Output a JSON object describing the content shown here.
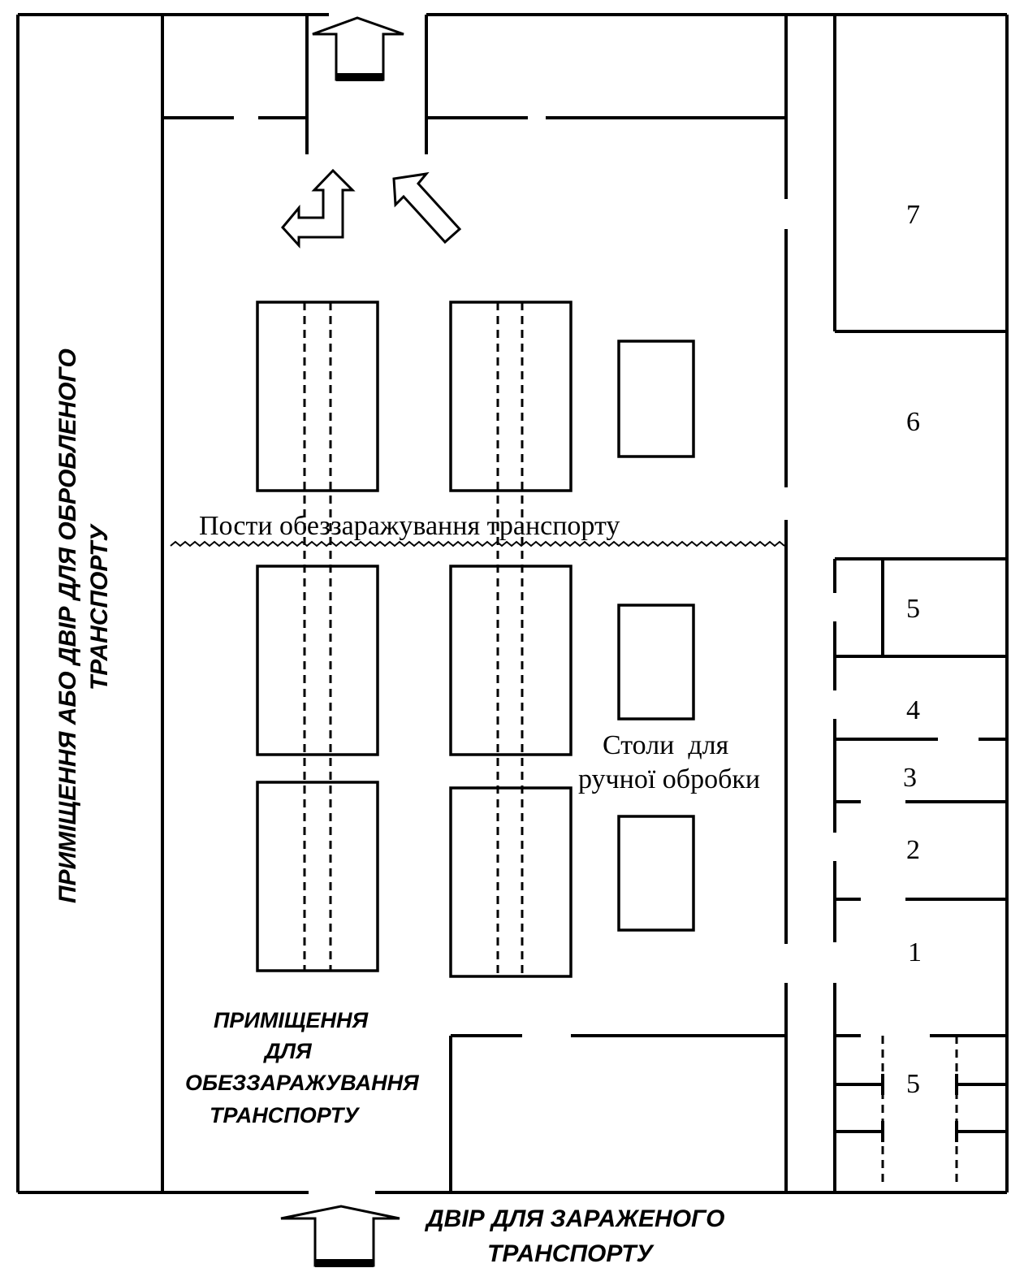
{
  "labels": {
    "left_room": "ПРИМІЩЕННЯ АБО ДВІР ДЛЯ ОБРОБЛЕНОГО",
    "left_room_2": "ТРАНСПОРТУ",
    "posts": "Пости обеззаражування транспорту",
    "tables_line1": "Столи  для",
    "tables_line2": "ручної обробки",
    "main_room_line1": "ПРИМІЩЕННЯ",
    "main_room_line2": "ДЛЯ",
    "main_room_line3": "ОБЕЗЗАРАЖУВАННЯ",
    "main_room_line4": "ТРАНСПОРТУ",
    "yard_line1": "ДВІР ДЛЯ ЗАРАЖЕНОГО",
    "yard_line2": "ТРАНСПОРТУ"
  },
  "rooms": {
    "r7": "7",
    "r6": "6",
    "r5a": "5",
    "r4": "4",
    "r3": "3",
    "r2": "2",
    "r1": "1",
    "r5b": "5"
  }
}
